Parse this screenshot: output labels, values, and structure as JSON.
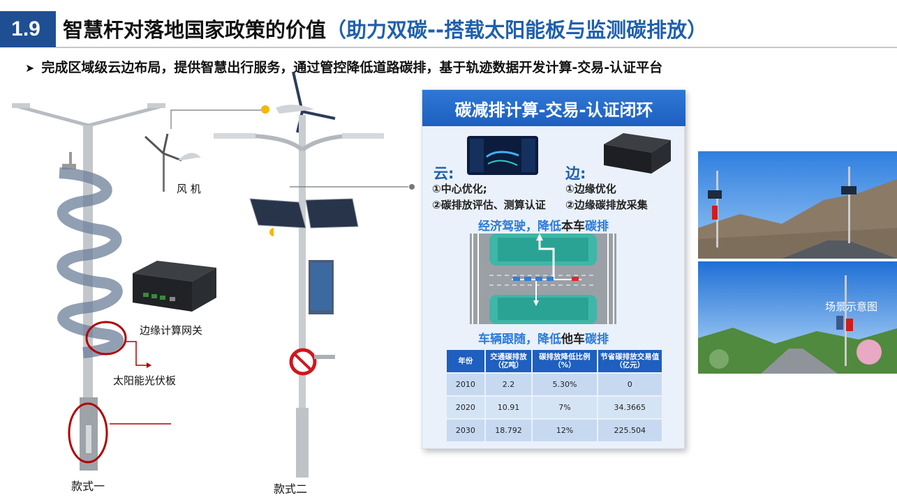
{
  "header": {
    "section_number": "1.9",
    "title_main": "智慧杆对落地国家政策的价值",
    "title_highlight": "（助力双碳--搭载太阳能板与监测碳排放）",
    "bullet": "完成区域级云边布局，提供智慧出行服务，通过管控降低道路碳排，基于轨迹数据开发计算-交易-认证平台"
  },
  "left": {
    "wind_label": "风 机",
    "edge_gateway_label": "边缘计算网关",
    "solar_label": "太阳能光伏板",
    "style1_label": "款式一",
    "style2_label": "款式二"
  },
  "panel": {
    "title": "碳减排计算-交易-认证闭环",
    "cloud": {
      "head": "云:",
      "items": [
        "①中心优化;",
        "②碳排放评估、测算认证"
      ]
    },
    "edge": {
      "head": "边:",
      "items": [
        "①边缘优化",
        "②边缘碳排放采集"
      ]
    },
    "eco_drive": {
      "blue": "经济驾驶，降低",
      "dark": "本车",
      "blue2": "碳排"
    },
    "follow": {
      "blue": "车辆跟随，降低",
      "dark": "他车",
      "blue2": "碳排"
    },
    "table": {
      "headers": [
        "年份",
        "交通碳排放（亿吨）",
        "碳排放降低比例（%）",
        "节省碳排放交易值（亿元）"
      ],
      "rows": [
        [
          "2010",
          "2.2",
          "5.30%",
          "0"
        ],
        [
          "2020",
          "10.91",
          "7%",
          "34.3665"
        ],
        [
          "2030",
          "18.792",
          "12%",
          "225.504"
        ]
      ]
    }
  },
  "right": {
    "scene_label": "场景示意图"
  },
  "colors": {
    "brand_blue": "#1f4f93",
    "highlight_blue": "#1f5fae",
    "marker_red": "#b00000",
    "dot_yellow": "#f5b800"
  }
}
